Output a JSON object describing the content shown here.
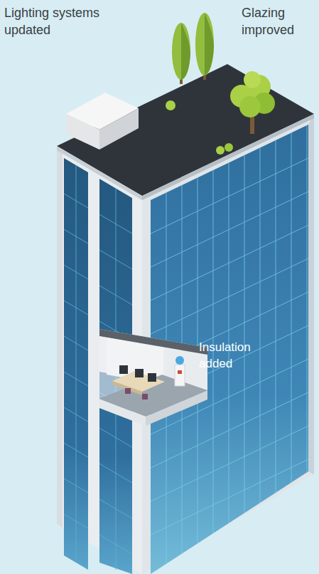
{
  "diagram": {
    "labels": [
      "Lighting systems updated",
      "Glazing improved",
      "Insulation added"
    ]
  }
}
